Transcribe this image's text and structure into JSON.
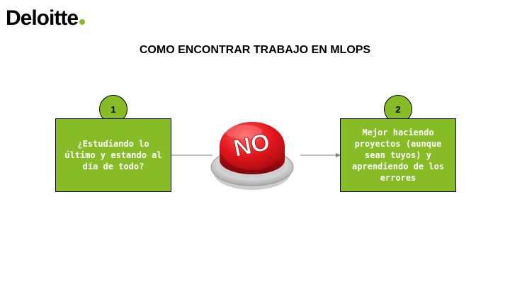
{
  "logo": {
    "text": "Deloitte"
  },
  "title": "COMO ENCONTRAR TRABAJO EN MLOPS",
  "steps": [
    {
      "number": "1",
      "text": "¿Estudiando lo último y estando al día de todo?"
    },
    {
      "number": "2",
      "text": "Mejor haciendo proyectos (aunque sean tuyos) y aprendiendo de los errores"
    }
  ],
  "no_button": {
    "label": "NO"
  },
  "colors": {
    "brand_green": "#86bc25",
    "button_red": "#d7141a",
    "text_dark": "#000000"
  },
  "icons": {
    "no_button": "red-no-push-button"
  }
}
